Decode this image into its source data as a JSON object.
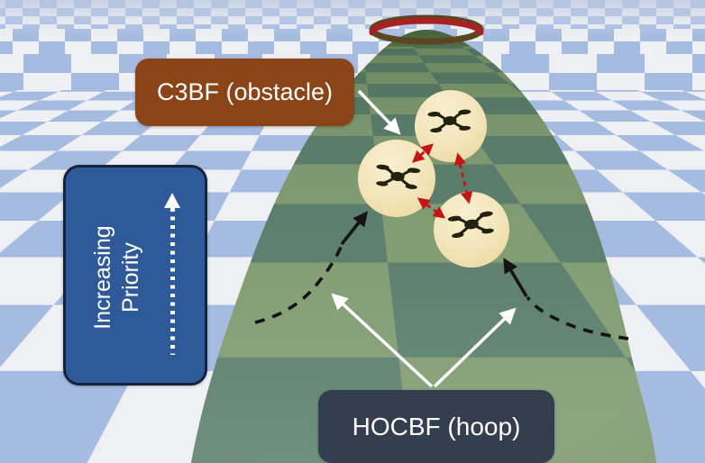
{
  "figure": {
    "labels": {
      "obstacle_cbf": "C3BF (obstacle)",
      "hoop_cbf": "HOCBF (hoop)",
      "priority_line1": "Increasing",
      "priority_line2": "Priority"
    },
    "icons": {
      "drone": "quadcopter-drone-icon",
      "hoop": "red-hoop-ring",
      "priority_arrow": "white-dashed-up-arrow",
      "avoidance_arrows": "red-dashed-double-arrows",
      "trajectories": "black-dashed-trajectory-arrows",
      "pointer_arrows": "white-annotation-arrows"
    },
    "elements": {
      "drone_count": 3,
      "drones": [
        "drone-top",
        "drone-left",
        "drone-bottom-right"
      ]
    },
    "colors": {
      "floor_blue": "#a6bbe0",
      "floor_white": "#eef0f3",
      "dome_light": "#87a178",
      "dome_dark": "#5e8172",
      "hoop_red": "#a82222",
      "hoop_back": "#5a4722",
      "c3bf_box": "#8a4418",
      "hocbf_box": "#333e4f",
      "priority_box": "#2f5a9a",
      "priority_border": "#16233d",
      "circle_fill": "#f3e5ba",
      "drone_color": "#23220f",
      "arrow_red": "#c41414",
      "arrow_black": "#141414",
      "arrow_white": "#ffffff"
    }
  }
}
